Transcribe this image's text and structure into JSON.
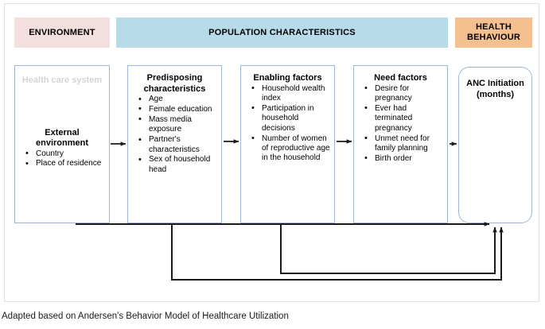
{
  "figure": {
    "caption": "Adapted based on Andersen's Behavior Model of Healthcare Utilization"
  },
  "colors": {
    "environment_band": "#f4dfdf",
    "population_band": "#b7dbe8",
    "health_band": "#f5c08f",
    "box_border": "#9fb6d4",
    "connector": "#1a1a1a",
    "faded_text": "#d4d4d4",
    "frame_border": "#e3e3e3"
  },
  "bands": [
    {
      "id": "environment",
      "label": "ENVIRONMENT"
    },
    {
      "id": "population",
      "label": "POPULATION CHARACTERISTICS"
    },
    {
      "id": "health",
      "label": "HEALTH BEHAVIOUR"
    }
  ],
  "boxes": {
    "environment": {
      "faded_title": "Health care system",
      "title": "External environment",
      "items": [
        "Country",
        "Place of residence"
      ]
    },
    "predisposing": {
      "title": "Predisposing characteristics",
      "items": [
        "Age",
        "Female education",
        "Mass media exposure",
        "Partner's characteristics",
        "Sex of household head"
      ]
    },
    "enabling": {
      "title": "Enabling factors",
      "items": [
        "Household wealth index",
        "Participation in household decisions",
        "Number of women of reproductive age in the household"
      ]
    },
    "need": {
      "title": "Need factors",
      "items": [
        "Desire for pregnancy",
        "Ever had terminated pregnancy",
        "Unmet need for family planning",
        "Birth order"
      ]
    },
    "outcome": {
      "title": "ANC Initiation (months)"
    }
  },
  "connectors": {
    "forward_arrows": 4,
    "feedback_loops": 3
  }
}
